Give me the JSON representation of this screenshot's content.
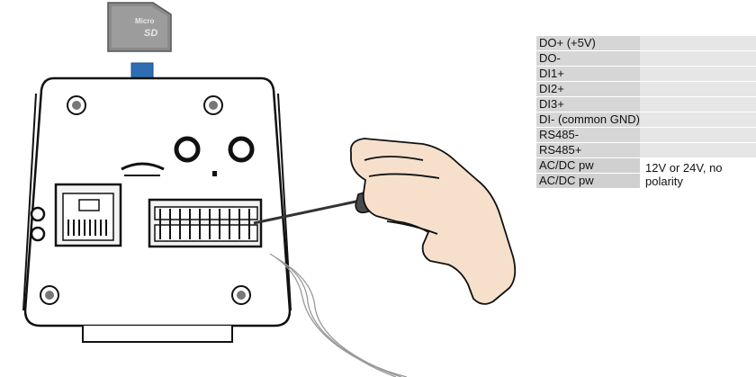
{
  "sd_card": {
    "brand_small": "Micro",
    "brand_large": "SD"
  },
  "pins": [
    {
      "label": "DO+ (+5V)"
    },
    {
      "label": "DO-"
    },
    {
      "label": "DI1+"
    },
    {
      "label": "DI2+"
    },
    {
      "label": "DI3+"
    },
    {
      "label": "DI- (common GND)"
    },
    {
      "label": "RS485-"
    },
    {
      "label": "RS485+"
    },
    {
      "label": "AC/DC pw"
    },
    {
      "label": "AC/DC pw"
    }
  ],
  "power_note": "12V or 24V, no polarity",
  "colors": {
    "arrow": "#2f6db3",
    "table_pin_bg": "#d6d6d6",
    "table_desc_bg": "#e6e6e6",
    "skin": "#f6e0cc",
    "screwdriver_handle": "#4a4a4a"
  }
}
